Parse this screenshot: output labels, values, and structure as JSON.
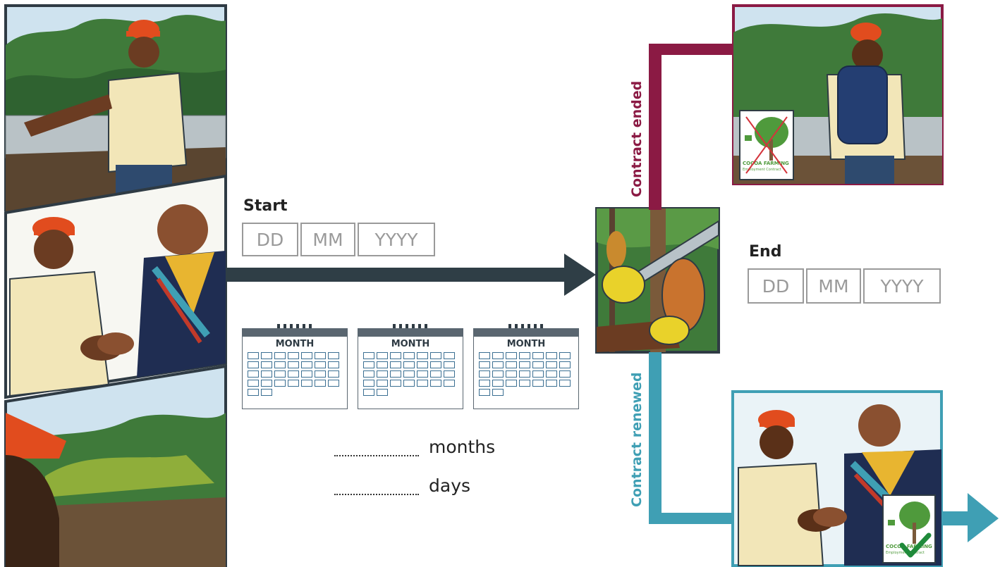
{
  "start": {
    "label": "Start",
    "day_placeholder": "DD",
    "month_placeholder": "MM",
    "year_placeholder": "YYYY"
  },
  "end": {
    "label": "End",
    "day_placeholder": "DD",
    "month_placeholder": "MM",
    "year_placeholder": "YYYY"
  },
  "calendars": [
    {
      "title": "MONTH"
    },
    {
      "title": "MONTH"
    },
    {
      "title": "MONTH"
    }
  ],
  "duration": {
    "months_unit": "months",
    "days_unit": "days"
  },
  "branches": {
    "ended_label": "Contract ended",
    "renewed_label": "Contract renewed"
  },
  "document": {
    "title": "COCOA FARMING",
    "subtitle": "Employment Contract"
  },
  "colors": {
    "arrow": "#2f3e46",
    "ended": "#8b1a44",
    "renewed": "#3f9fb4",
    "placeholder": "#9a9a9a"
  }
}
